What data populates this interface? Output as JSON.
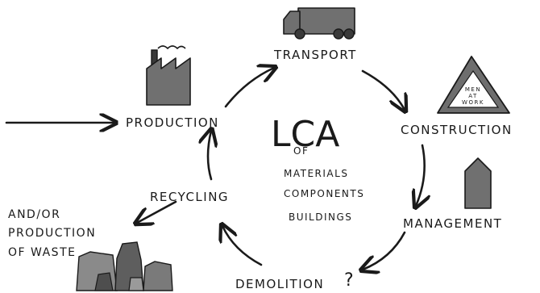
{
  "nodes": {
    "production": "PRODUCTION",
    "transport": "TRANSPORT",
    "construction": "CONSTRUCTION",
    "management": "MANAGEMENT",
    "demolition": "DEMOLITION",
    "demolition_mark": "?",
    "recycling": "RECYCLING"
  },
  "center": {
    "title": "LCA",
    "of": "OF",
    "items": [
      "MATERIALS",
      "COMPONENTS",
      "BUILDINGS"
    ]
  },
  "waste": {
    "lines": [
      "AND/OR",
      "PRODUCTION",
      "OF WASTE"
    ]
  },
  "sign": {
    "lines": [
      "MEN",
      "AT",
      "WORK"
    ]
  },
  "icons": [
    "factory-icon",
    "truck-icon",
    "warning-sign-icon",
    "house-icon",
    "waste-pile-icon"
  ],
  "colors": {
    "ink": "#1a1a1a",
    "icon_gray": "#707070"
  }
}
